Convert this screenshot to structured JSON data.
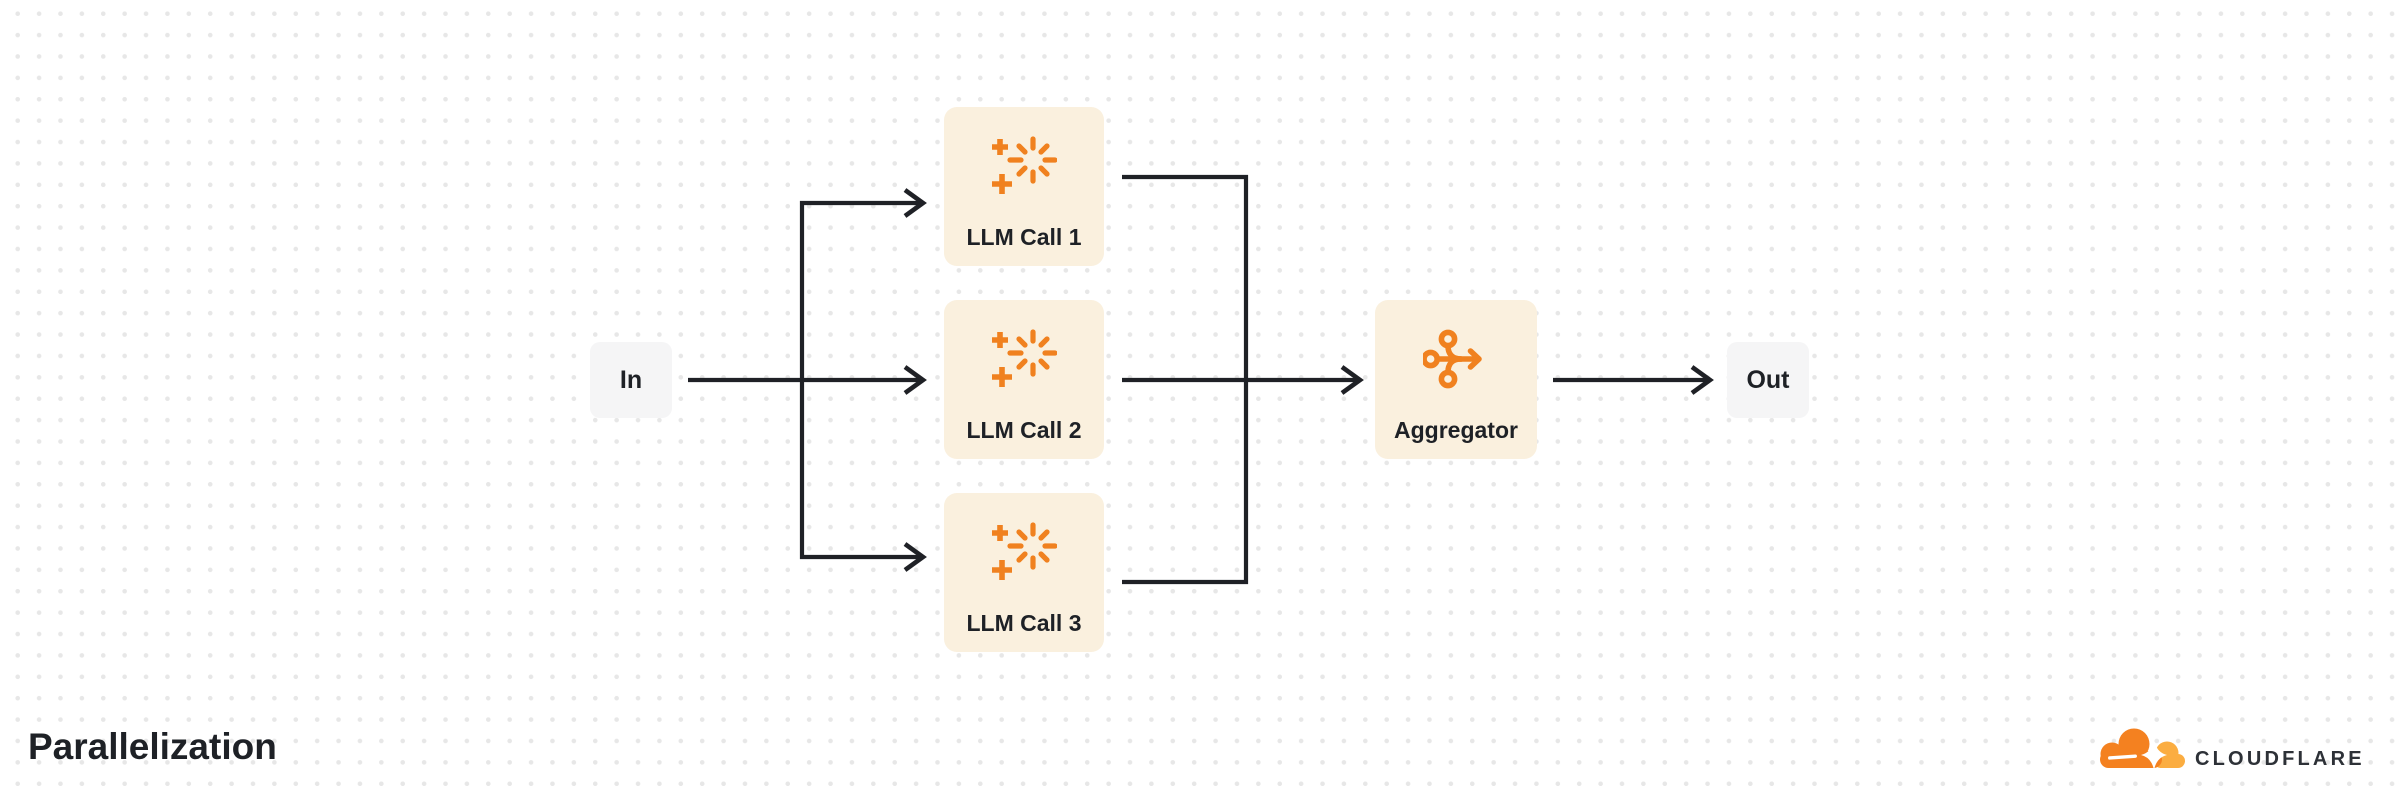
{
  "title": "Parallelization",
  "nodes": {
    "in": {
      "label": "In"
    },
    "llm_call_1": {
      "label": "LLM Call 1",
      "icon": "ai-sparkle-icon"
    },
    "llm_call_2": {
      "label": "LLM Call 2",
      "icon": "ai-sparkle-icon"
    },
    "llm_call_3": {
      "label": "LLM Call 3",
      "icon": "ai-sparkle-icon"
    },
    "aggregator": {
      "label": "Aggregator",
      "icon": "merge-arrow-icon"
    },
    "out": {
      "label": "Out"
    }
  },
  "branding": {
    "wordmark": "CLOUDFLARE",
    "logo_icon": "cloudflare-cloud-icon"
  },
  "theme": {
    "canvas_bg": "#ffffff",
    "dot_color": "#e7e7e7",
    "line_dark": "#1f2126",
    "text_dark": "#1e2126",
    "node_cream": "#faf0de",
    "node_gray": "#f5f5f6",
    "accent_orange": "#f0811f",
    "logo_orange": "#f48120",
    "logo_light_orange": "#fbad41",
    "wordmark_color": "#2d3137"
  }
}
